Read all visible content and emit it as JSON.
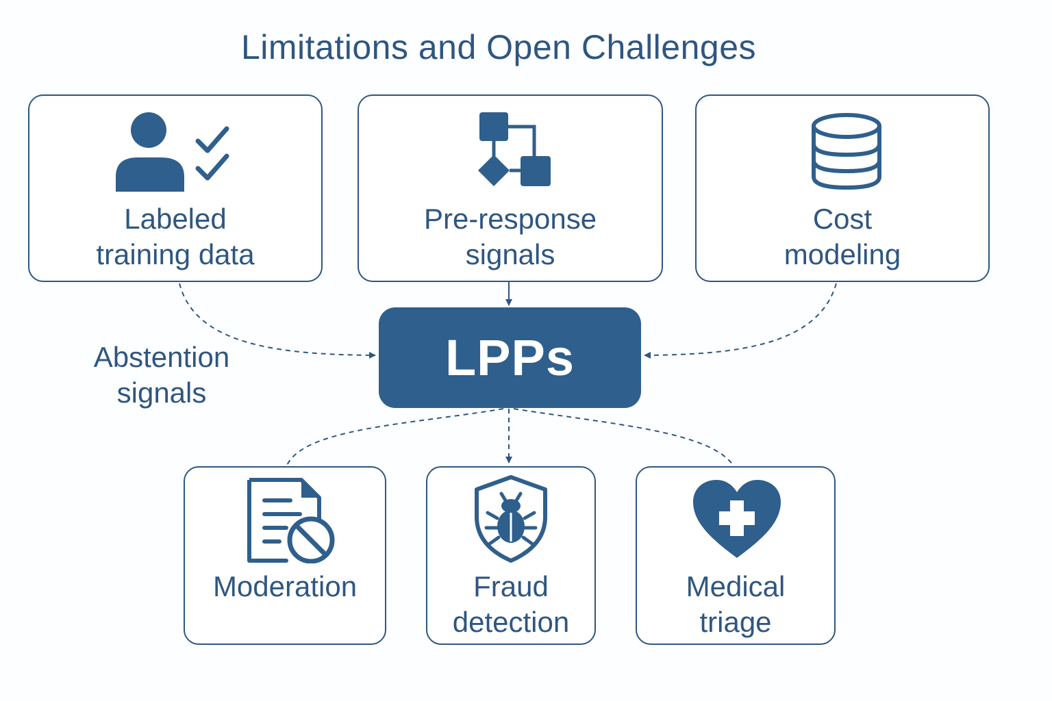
{
  "title": "Limitations and Open Challenges",
  "hub": {
    "label": "LPPs"
  },
  "side_label": "Abstention\nsignals",
  "top_nodes": [
    {
      "label": "Labeled\ntraining data",
      "icon": "user-checklist-icon"
    },
    {
      "label": "Pre-response\nsignals",
      "icon": "flowchart-icon"
    },
    {
      "label": "Cost\nmodeling",
      "icon": "database-icon"
    }
  ],
  "bottom_nodes": [
    {
      "label": "Moderation",
      "icon": "document-blocked-icon"
    },
    {
      "label": "Fraud\ndetection",
      "icon": "shield-bug-icon"
    },
    {
      "label": "Medical\ntriage",
      "icon": "heart-medical-cross-icon"
    }
  ],
  "colors": {
    "primary": "#2f5680",
    "hub_fill": "#2f5f8c",
    "background": "#fdfeff"
  }
}
